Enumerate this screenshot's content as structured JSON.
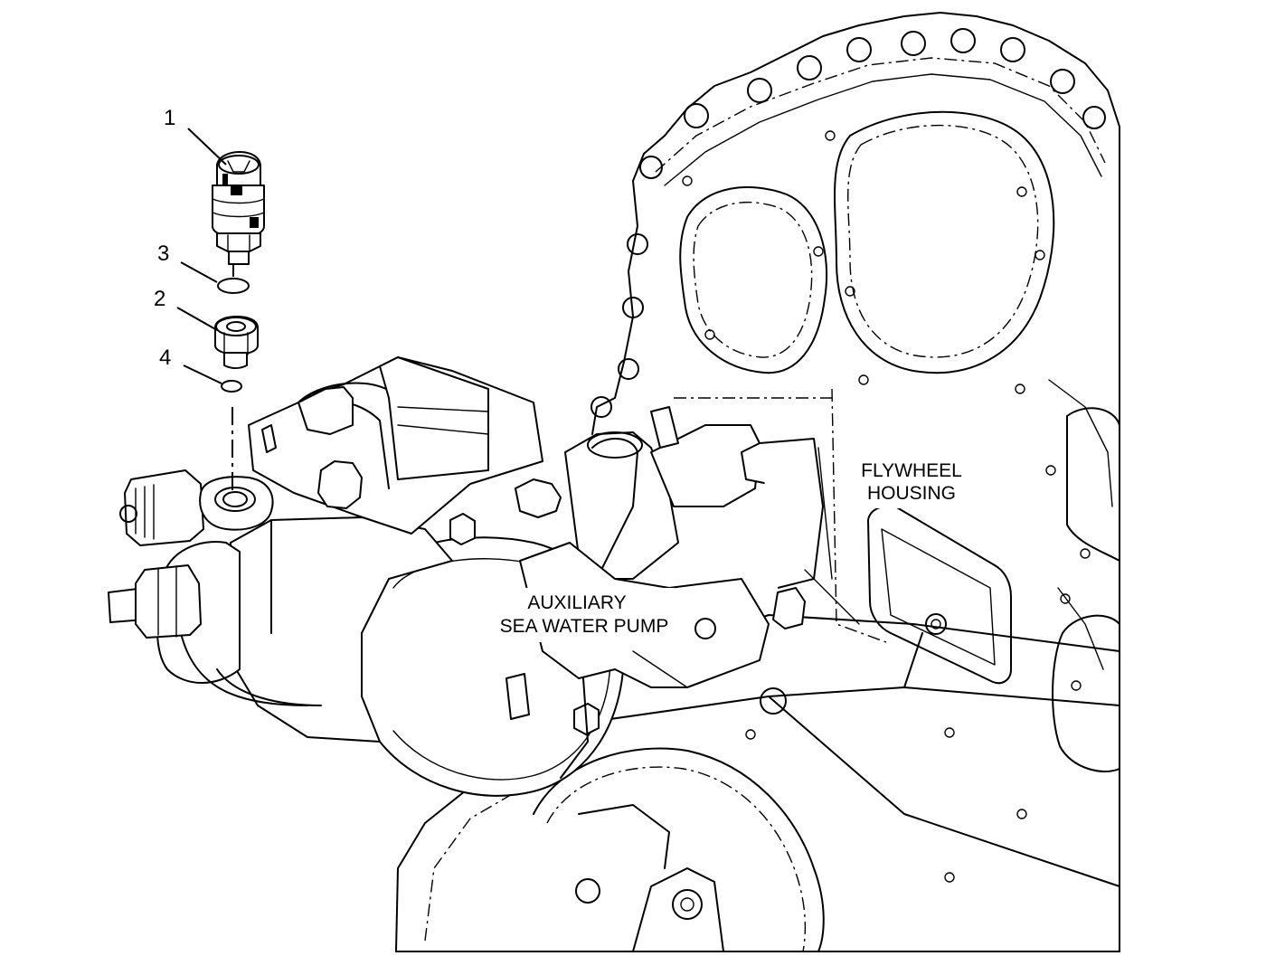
{
  "callouts": [
    {
      "id": "1",
      "label": "1"
    },
    {
      "id": "3",
      "label": "3"
    },
    {
      "id": "2",
      "label": "2"
    },
    {
      "id": "4",
      "label": "4"
    }
  ],
  "labels": {
    "flywheel_housing": {
      "line1": "FLYWHEEL",
      "line2": "HOUSING"
    },
    "aux_pump": {
      "line1": "AUXILIARY",
      "line2": "SEA WATER PUMP"
    }
  },
  "colors": {
    "ink": "#000000",
    "paper": "#ffffff"
  }
}
